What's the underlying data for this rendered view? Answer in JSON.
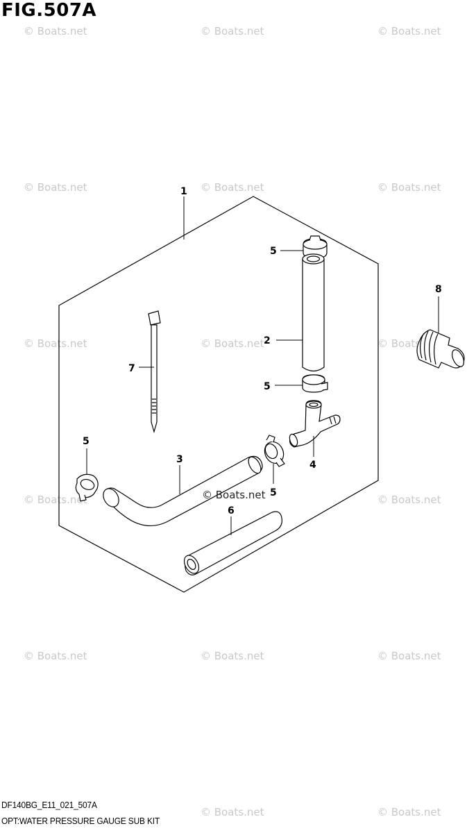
{
  "figure": {
    "title": "FIG.507A",
    "code": "DF140BG_E11_021_507A",
    "kit_title": "OPT:WATER PRESSURE GAUGE SUB KIT"
  },
  "callouts": {
    "kit": "1",
    "hose_upper": "2",
    "hose_bent": "3",
    "t_joint": "4",
    "clamp": "5",
    "hose_straight": "6",
    "cable_tie": "7",
    "plug": "8"
  },
  "watermark": {
    "text": "© Boats.net"
  },
  "colors": {
    "line": "#000000",
    "watermark": "#c8c8c8",
    "background": "#ffffff"
  }
}
